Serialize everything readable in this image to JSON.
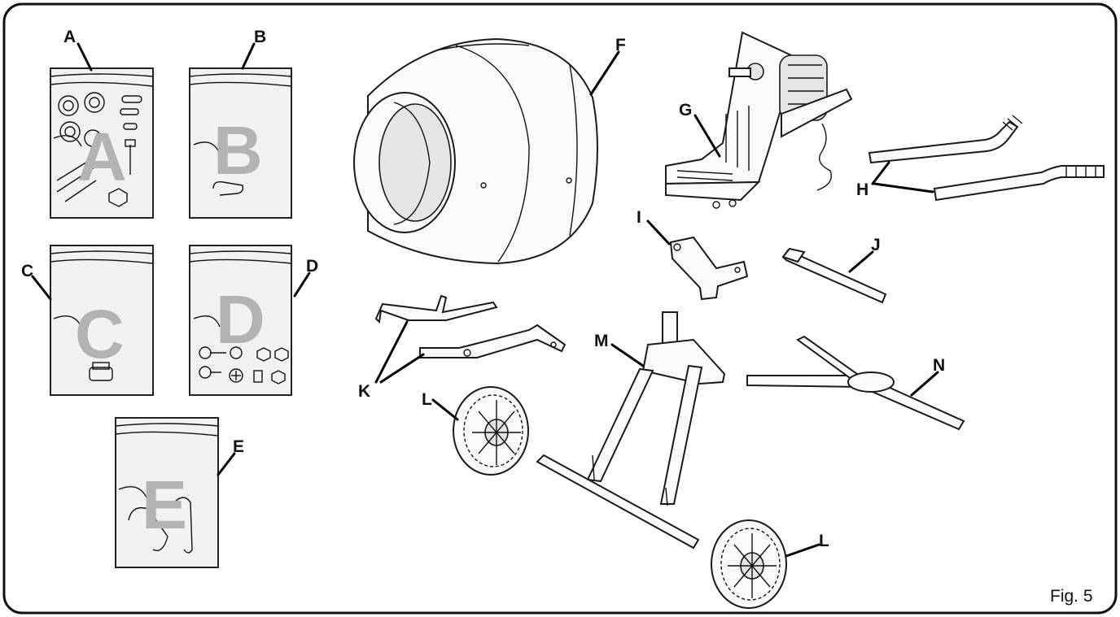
{
  "figure_label": "Fig. 5",
  "bags": [
    {
      "letter": "A"
    },
    {
      "letter": "B"
    },
    {
      "letter": "C"
    },
    {
      "letter": "D"
    },
    {
      "letter": "E"
    }
  ],
  "part_labels": {
    "a": "A",
    "b": "B",
    "c": "C",
    "d": "D",
    "e": "E",
    "f": "F",
    "g": "G",
    "h": "H",
    "i": "I",
    "j": "J",
    "k": "K",
    "l": "L",
    "m": "M",
    "n": "N"
  }
}
